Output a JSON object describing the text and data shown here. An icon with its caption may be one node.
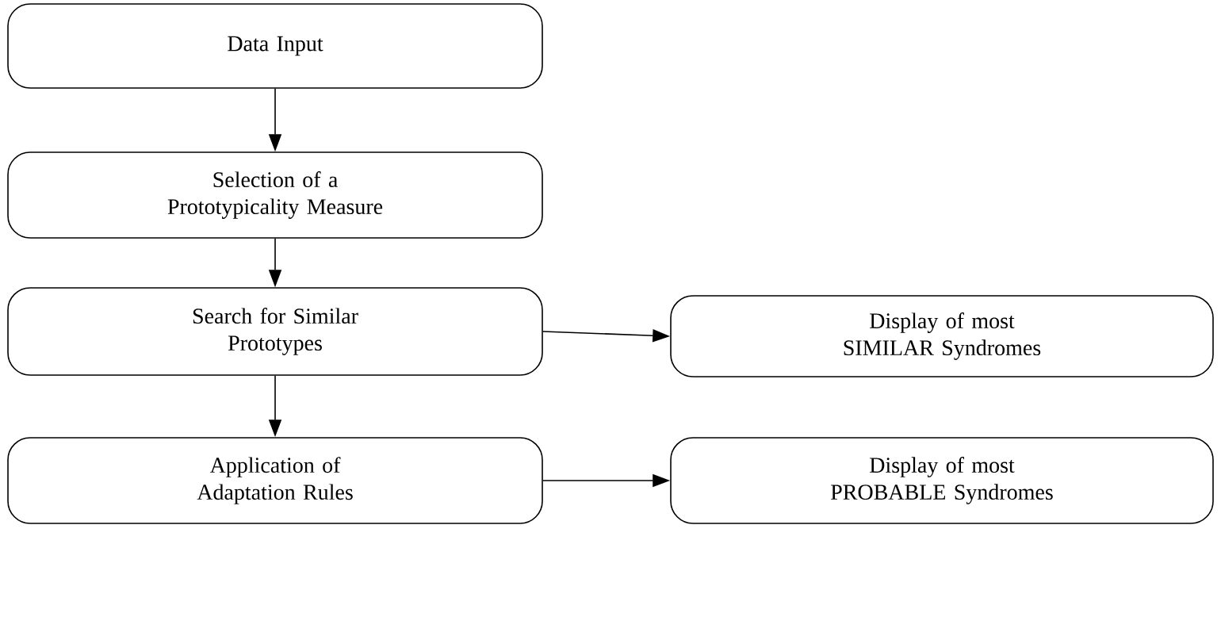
{
  "diagram": {
    "nodes": [
      {
        "text": [
          "Data Input"
        ]
      },
      {
        "text": [
          "Selection of a Prototypicality Measure"
        ]
      },
      {
        "text": [
          "Search for Similar Prototypes"
        ]
      },
      {
        "text": [
          "Application of Adaptation Rules"
        ]
      },
      {
        "text": [
          "Display of most SIMILAR Syndromes"
        ]
      },
      {
        "text": [
          "Display of most PROBABLE Syndromes"
        ]
      }
    ],
    "edges": [
      {
        "from": 0,
        "to": 1,
        "arrow": "to"
      },
      {
        "from": 1,
        "to": 2,
        "arrow": "to"
      },
      {
        "from": 2,
        "to": 3,
        "arrow": "to"
      },
      {
        "from": 2,
        "to": 4,
        "arrow": "to"
      },
      {
        "from": 3,
        "to": 5,
        "arrow": "to"
      }
    ]
  }
}
